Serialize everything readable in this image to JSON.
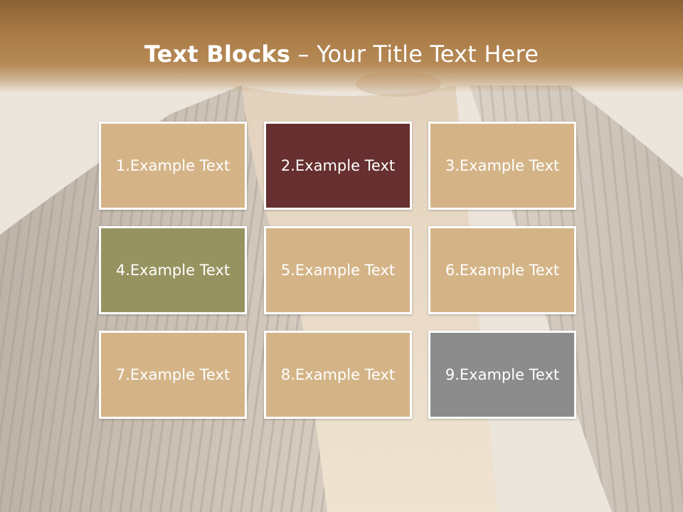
{
  "title": {
    "bold": "Text Blocks",
    "dash": " – ",
    "rest": "Your Title Text Here"
  },
  "colors": {
    "header": "#a97a46",
    "tan": "#d4b487",
    "maroon": "#672f2f",
    "olive": "#979360",
    "gray": "#8c8c8c",
    "border": "#ffffff"
  },
  "blocks": [
    {
      "label": "1.Example Text",
      "color": "#d4b487"
    },
    {
      "label": "2.Example Text",
      "color": "#672f2f"
    },
    {
      "label": "3.Example Text",
      "color": "#d4b487"
    },
    {
      "label": "4.Example Text",
      "color": "#979360"
    },
    {
      "label": "5.Example Text",
      "color": "#d4b487"
    },
    {
      "label": "6.Example Text",
      "color": "#d4b487"
    },
    {
      "label": "7.Example Text",
      "color": "#d4b487"
    },
    {
      "label": "8.Example Text",
      "color": "#d4b487"
    },
    {
      "label": "9.Example Text",
      "color": "#8c8c8c"
    }
  ]
}
